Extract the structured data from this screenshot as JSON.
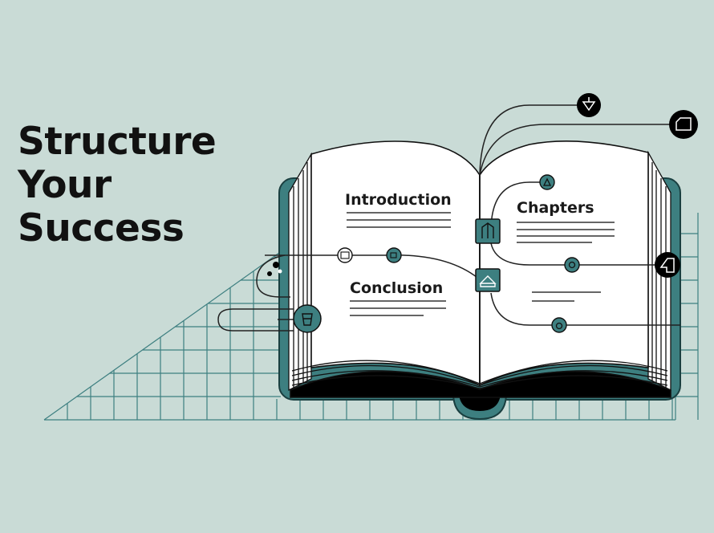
{
  "headline": {
    "line1": "Structure",
    "line2": "Your",
    "line3": "Success"
  },
  "book": {
    "left_page": {
      "section1": "Introduction",
      "section2": "Conclusion"
    },
    "right_page": {
      "section1": "Chapters"
    }
  },
  "colors": {
    "background": "#c9dbd6",
    "teal": "#3d7f80",
    "ink": "#111111",
    "page": "#ffffff"
  },
  "icons": [
    "download-arrow-icon",
    "folder-icon",
    "map-marker-icon",
    "book-icon",
    "home-icon",
    "triangle-icon",
    "circle-node-icon",
    "apple-icon",
    "cup-icon",
    "panel-icon",
    "ticket-icon"
  ]
}
